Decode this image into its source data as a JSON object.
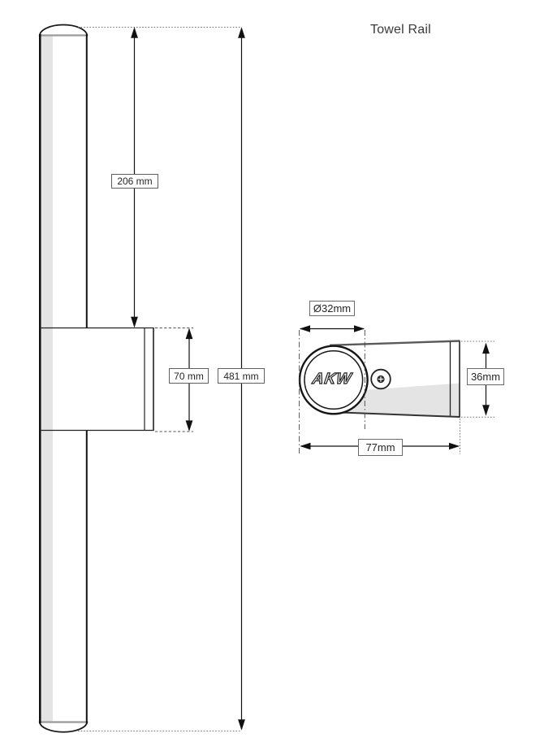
{
  "title": "Towel Rail",
  "front_view": {
    "dim_top_to_bracket": "206 mm",
    "dim_bracket_height": "70 mm",
    "dim_overall_length": "481 mm"
  },
  "side_view": {
    "logo": "AKW",
    "dim_rail_diameter": "Ø32mm",
    "dim_plate_width": "36mm",
    "dim_overall_depth": "77mm"
  },
  "colors": {
    "line": "#1a1a1a",
    "shading": "#e4e4e4",
    "seam_gray": "#9a9a9a",
    "label_border": "#606060",
    "text": "#333333",
    "background": "#ffffff"
  }
}
